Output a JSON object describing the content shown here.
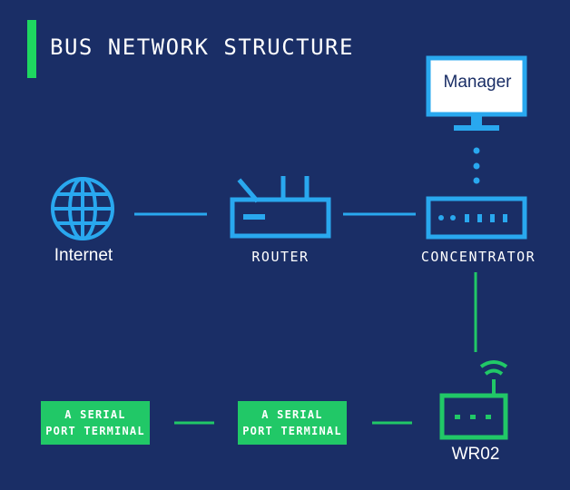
{
  "title": "BUS NETWORK STRUCTURE",
  "nodes": {
    "internet": "Internet",
    "router": "ROUTER",
    "concentrator": "CONCENTRATOR",
    "manager": "Manager",
    "wr02": "WR02"
  },
  "terminals": [
    {
      "line1": "A SERIAL",
      "line2": "PORT TERMINAL"
    },
    {
      "line1": "A SERIAL",
      "line2": "PORT TERMINAL"
    }
  ],
  "colors": {
    "background": "#1a2e66",
    "accent_blue": "#29a8ef",
    "accent_green": "#21c867",
    "title_bar": "#1ed760",
    "text": "#ffffff"
  },
  "icons": [
    "globe-icon",
    "router-icon",
    "concentrator-icon",
    "monitor-icon",
    "wifi-device-icon"
  ]
}
